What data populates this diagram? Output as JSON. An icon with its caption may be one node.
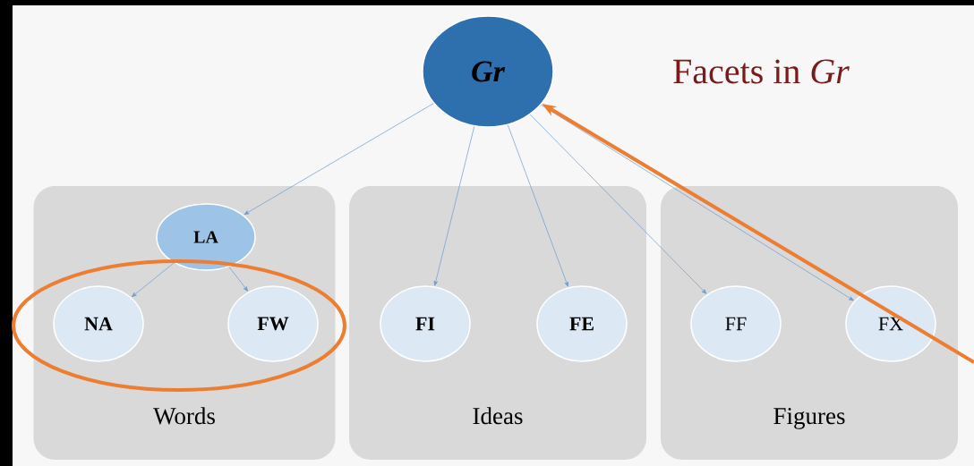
{
  "diagram": {
    "title": "Facets in *Gr*",
    "nodes": [
      {
        "text": [
          "Gr"
        ]
      },
      {
        "text": [
          "Words"
        ]
      },
      {
        "text": [
          "LA"
        ],
        "in": 1
      },
      {
        "text": [],
        "shape": "circle"
      },
      {
        "text": [
          "NA"
        ],
        "in": 3
      },
      {
        "text": [
          "FW"
        ],
        "in": 3
      },
      {
        "text": [
          "Ideas"
        ]
      },
      {
        "text": [
          "FI"
        ],
        "in": 6
      },
      {
        "text": [
          "FE"
        ],
        "in": 6
      },
      {
        "text": [
          "Figures"
        ]
      },
      {
        "text": [
          "FF"
        ],
        "in": 9
      },
      {
        "text": [
          "FX"
        ],
        "in": 9
      }
    ],
    "edges": [
      {
        "from": 0,
        "to": 2,
        "arrow": "to"
      },
      {
        "from": 2,
        "to": 4,
        "arrow": "to"
      },
      {
        "from": 2,
        "to": 5,
        "arrow": "to"
      },
      {
        "from": 0,
        "to": 7,
        "arrow": "to"
      },
      {
        "from": 0,
        "to": 8,
        "arrow": "to"
      },
      {
        "from": 0,
        "to": 10,
        "arrow": "to"
      },
      {
        "from": 0,
        "to": 11,
        "arrow": "to"
      },
      {
        "from": null,
        "to": 0,
        "arrow": "to",
        "style": "thick",
        "color": "#ed7d31"
      }
    ]
  }
}
